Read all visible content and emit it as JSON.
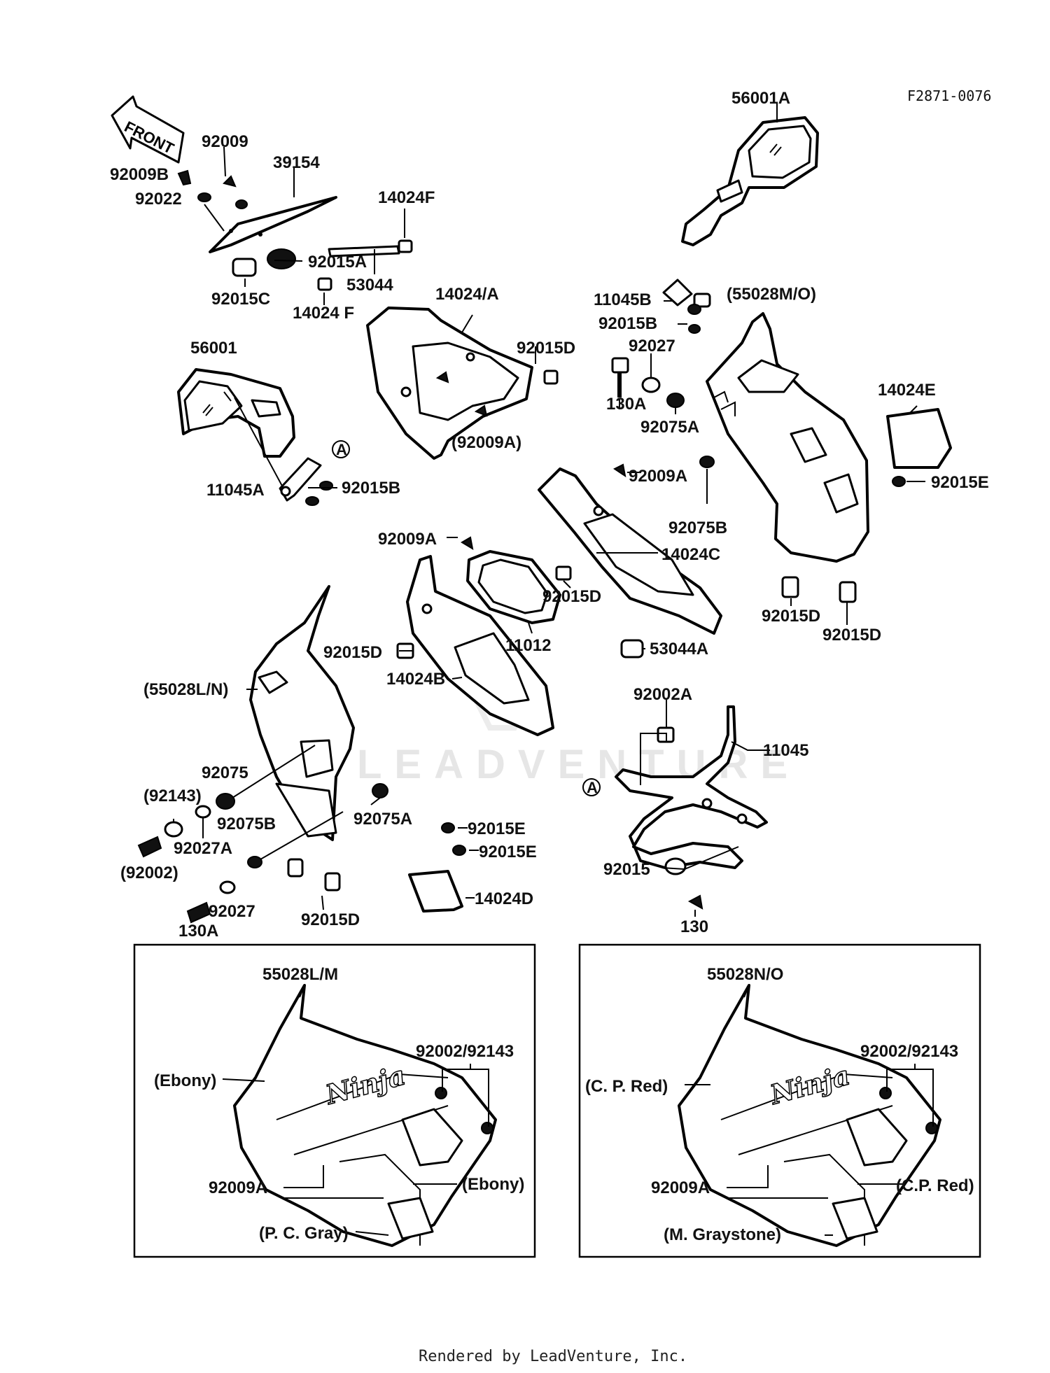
{
  "diagram": {
    "code": "F2871-0076",
    "front_label": "FRONT",
    "watermark": "LEADVENTURE",
    "footer": "Rendered by LeadVenture, Inc.",
    "callouts": {
      "c56001A": "56001A",
      "c92009": "92009",
      "c39154": "39154",
      "c92009B": "92009B",
      "c92022": "92022",
      "c92015A": "92015A",
      "c14024F_top": "14024F",
      "c53044": "53044",
      "c92015C": "92015C",
      "c14024F_bot": "14024 F",
      "c14024A": "14024/A",
      "c11045B": "11045B",
      "c55028MO": "(55028M/O)",
      "c92015B_r": "92015B",
      "c92027_r": "92027",
      "c92015D_a": "92015D",
      "c56001": "56001",
      "c130A_r": "130A",
      "c92075A_r": "92075A",
      "c14024E": "14024E",
      "c92009A_p": "(92009A)",
      "c11045A": "11045A",
      "c92015B_l": "92015B",
      "cA_1": "A",
      "c92009A_1": "92009A",
      "c92075B_r": "92075B",
      "c92015E_r": "92015E",
      "c92009A_2": "92009A",
      "c14024C": "14024C",
      "c92015D_b": "92015D",
      "c92015D_c": "92015D",
      "c92015D_d": "92015D",
      "c92015D_e": "92015D",
      "c11012": "11012",
      "c53044A": "53044A",
      "c55028LN": "(55028L/N)",
      "c14024B": "14024B",
      "c92002A": "92002A",
      "c11045": "11045",
      "c92075": "92075",
      "c92143p": "(92143)",
      "c92075B_l": "92075B",
      "c92075A_l": "92075A",
      "c92027A": "92027A",
      "c92002p": "(92002)",
      "c92015E_a": "92015E",
      "c92015E_b": "92015E",
      "cA_2": "A",
      "c92015": "92015",
      "c92027_l": "92027",
      "c14024D": "14024D",
      "c130A_l": "130A",
      "c92015D_f": "92015D",
      "c130": "130"
    },
    "inset_left": {
      "part": "55028L/M",
      "fastener": "92002/92143",
      "bolt": "92009A",
      "logo": "Ninja",
      "color_upper": "(Ebony)",
      "color_panel": "(Ebony)",
      "color_lower": "(P. C. Gray)"
    },
    "inset_right": {
      "part": "55028N/O",
      "fastener": "92002/92143",
      "bolt": "92009A",
      "logo": "Ninja",
      "color_upper": "(C. P. Red)",
      "color_panel": "(C.P. Red)",
      "color_lower": "(M. Graystone)"
    }
  }
}
